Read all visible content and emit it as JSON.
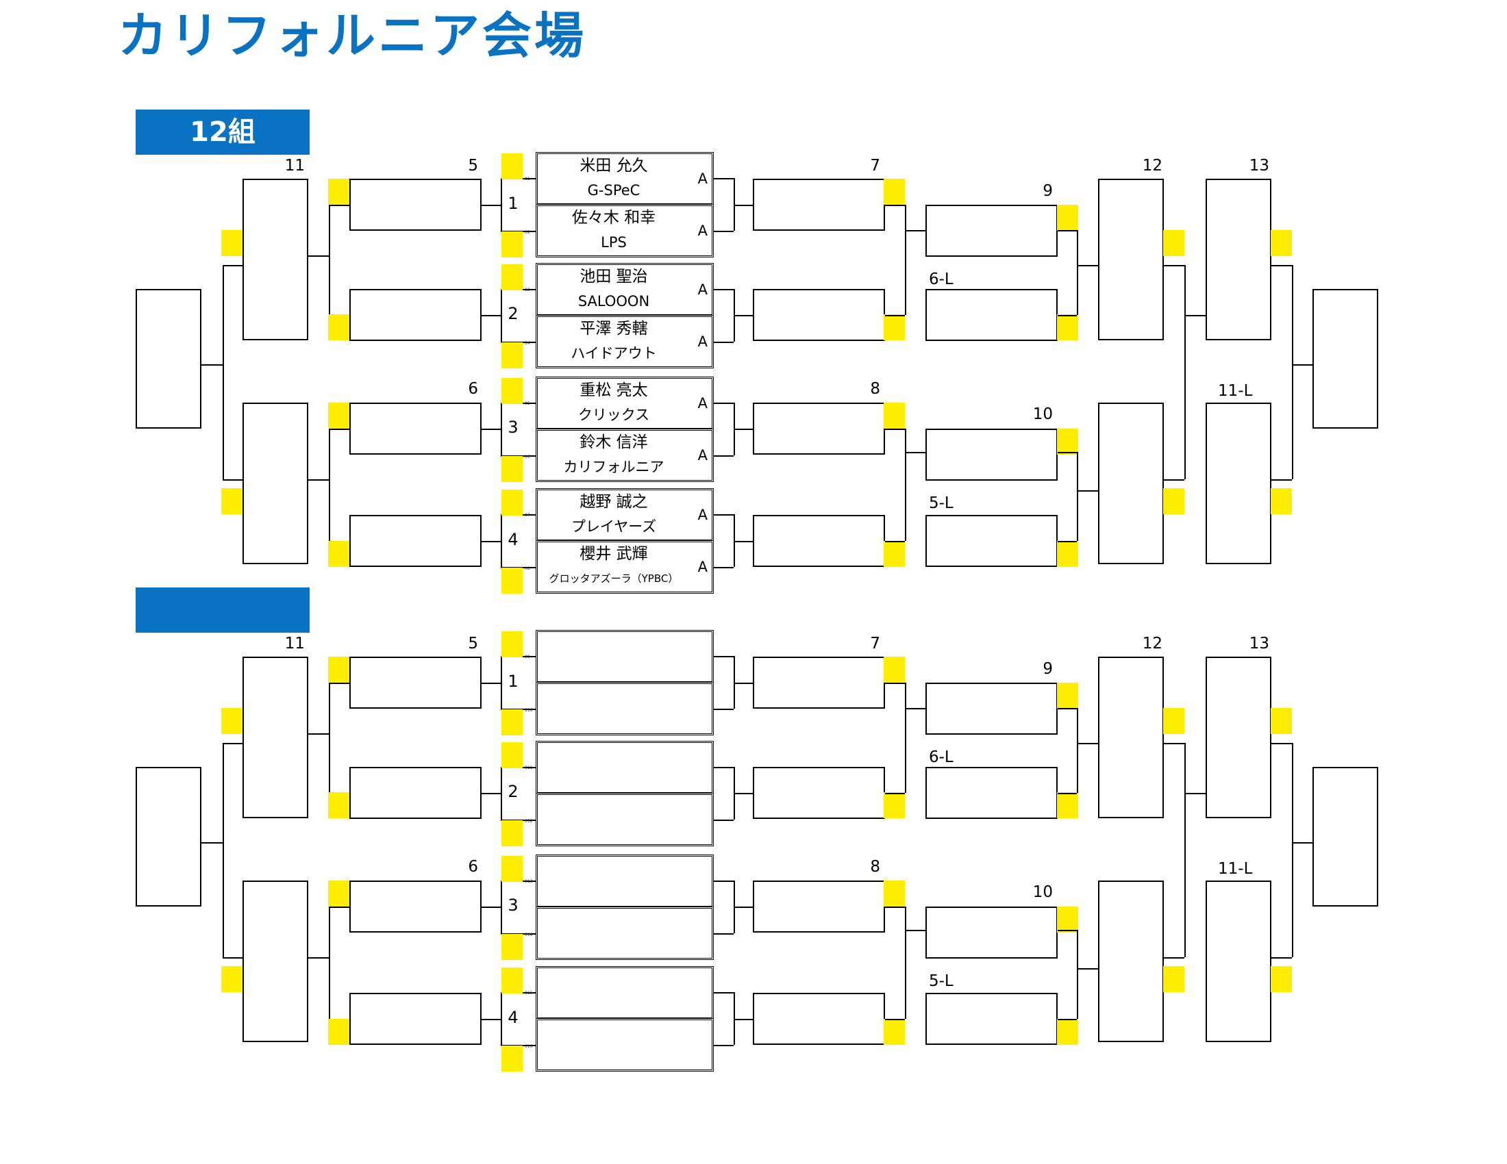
{
  "title": "カリフォルニア会場",
  "groups": [
    {
      "name": "12組",
      "labels": {
        "r11": "11",
        "r5": "5",
        "r6": "6",
        "r7": "7",
        "r8": "8",
        "r9": "9",
        "r10": "10",
        "r12": "12",
        "r13": "13",
        "l6L": "6-L",
        "l5L": "5-L",
        "l11L": "11-L"
      },
      "matches": [
        "1",
        "2",
        "3",
        "4"
      ],
      "seeds": [
        "01",
        "02",
        "03",
        "04",
        "05",
        "06",
        "07",
        "08"
      ],
      "players": [
        {
          "name": "米田 允久",
          "team": "G-SPeC",
          "class": "A"
        },
        {
          "name": "佐々木 和幸",
          "team": "LPS",
          "class": "A"
        },
        {
          "name": "池田 聖治",
          "team": "SALOOON",
          "class": "A"
        },
        {
          "name": "平澤 秀轄",
          "team": "ハイドアウト",
          "class": "A"
        },
        {
          "name": "重松 亮太",
          "team": "クリックス",
          "class": "A"
        },
        {
          "name": "鈴木 信洋",
          "team": "カリフォルニア",
          "class": "A"
        },
        {
          "name": "越野 誠之",
          "team": "プレイヤーズ",
          "class": "A"
        },
        {
          "name": "櫻井 武輝",
          "team": "グロッタアズーラ（YPBC）",
          "class": "A"
        }
      ]
    },
    {
      "name": "",
      "labels": {
        "r11": "11",
        "r5": "5",
        "r6": "6",
        "r7": "7",
        "r8": "8",
        "r9": "9",
        "r10": "10",
        "r12": "12",
        "r13": "13",
        "l6L": "6-L",
        "l5L": "5-L",
        "l11L": "11-L"
      },
      "matches": [
        "1",
        "2",
        "3",
        "4"
      ],
      "seeds": [
        "09",
        "010",
        "011",
        "012",
        "013",
        "014",
        "015",
        "016"
      ],
      "players": [
        {
          "name": "",
          "team": "",
          "class": ""
        },
        {
          "name": "",
          "team": "",
          "class": ""
        },
        {
          "name": "",
          "team": "",
          "class": ""
        },
        {
          "name": "",
          "team": "",
          "class": ""
        },
        {
          "name": "",
          "team": "",
          "class": ""
        },
        {
          "name": "",
          "team": "",
          "class": ""
        },
        {
          "name": "",
          "team": "",
          "class": ""
        },
        {
          "name": "",
          "team": "",
          "class": ""
        }
      ]
    }
  ],
  "colors": {
    "accent": "#0a72c3",
    "highlight": "#ffee00"
  }
}
